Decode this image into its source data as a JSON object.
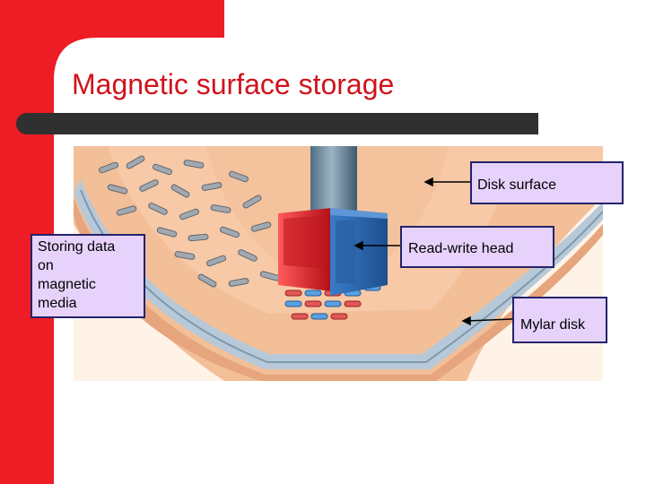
{
  "slide": {
    "title": "Magnetic surface storage",
    "accent_color": "#ee1c24",
    "title_color": "#d0131b",
    "rule_color": "#303030"
  },
  "callouts": {
    "left_text": "Storing data\non\nmagnetic\nmedia",
    "disk_surface": "Disk surface",
    "read_write_head": "Read-write head",
    "mylar_disk": "Mylar disk"
  },
  "illustration": {
    "subject": "read-write head over magnetic particles on a mylar disk",
    "colors": {
      "disk_surface": "#f0b890",
      "mylar_layer": "#b9ccda",
      "head_body": "#2f6fb6",
      "head_magnet": "#e02a2a",
      "particles": "#9aa2aa"
    }
  }
}
